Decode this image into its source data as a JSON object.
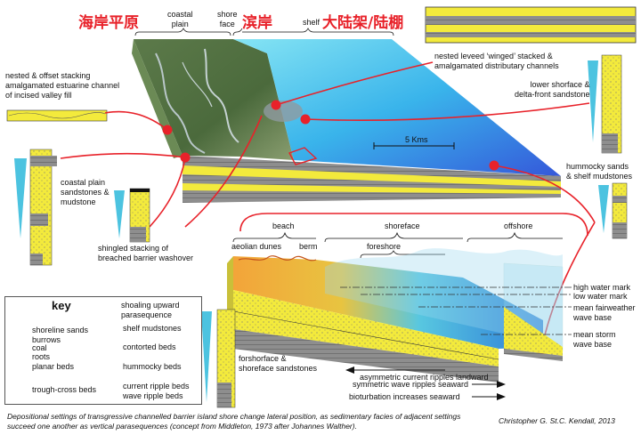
{
  "colors": {
    "marker": "#e8222a",
    "sea": "#3fb7e8",
    "sand": "#f3ea3c",
    "mud": "#8c8c8c",
    "triangle": "#4cc3e0"
  },
  "top_labels": {
    "coastal_cn": "海岸平原",
    "coastal_en": "coastal\nplain",
    "shore_cn": "滨岸",
    "shore_en": "shore\nface",
    "shelf_cn": "大陆架/陆棚",
    "shelf_en": "shelf"
  },
  "annotations": {
    "nested_channels": "nested leveed ‘winged’ stacked &\namalgamated distributary channels",
    "estuarine": "nested & offset stacking\namalgamated estuarine channel\nof incised valley fill",
    "lower_shoreface": "lower shorface &\ndelta-front sandstone",
    "scale": "5 Kms",
    "coastal_sandstones": "coastal plain\nsandstones &\nmudstone",
    "hummocky": "hummocky sands\n& shelf mudstones",
    "washover": "shingled stacking of\nbreached barrier washover",
    "beach": "beach",
    "shoreface": "shoreface",
    "offshore": "offshore",
    "aeolian": "aeolian dunes",
    "berm": "berm",
    "foreshore": "foreshore",
    "high_water": "high water mark",
    "low_water": "low water mark",
    "fairweather": "mean fairweather\nwave base",
    "storm": "mean storm\nwave base",
    "foreshore_sandstones": "forshorface &\nshoreface sandstones",
    "asym": "asymmetric current ripples landward",
    "sym": "symmetric wave ripples seaward",
    "bioturbation": "bioturbation increases seaward"
  },
  "key": {
    "title": "key",
    "shoaling": "shoaling upward\nparasequence",
    "items": [
      "shoreline sands",
      "burrows",
      "coal",
      "roots",
      "planar beds",
      "trough-cross beds",
      "shelf mudstones",
      "contorted beds",
      "hummocky beds",
      "current ripple beds\nwave ripple beds"
    ]
  },
  "caption": "Depositional settings of transgressive channelled barrier island shore change lateral position, as sedimentary facies of adjacent settings\nsucceed one another as vertical parasequences (concept from Middleton, 1973 after Johannes Walther).",
  "credit": "Christopher G. St.C. Kendall, 2013"
}
